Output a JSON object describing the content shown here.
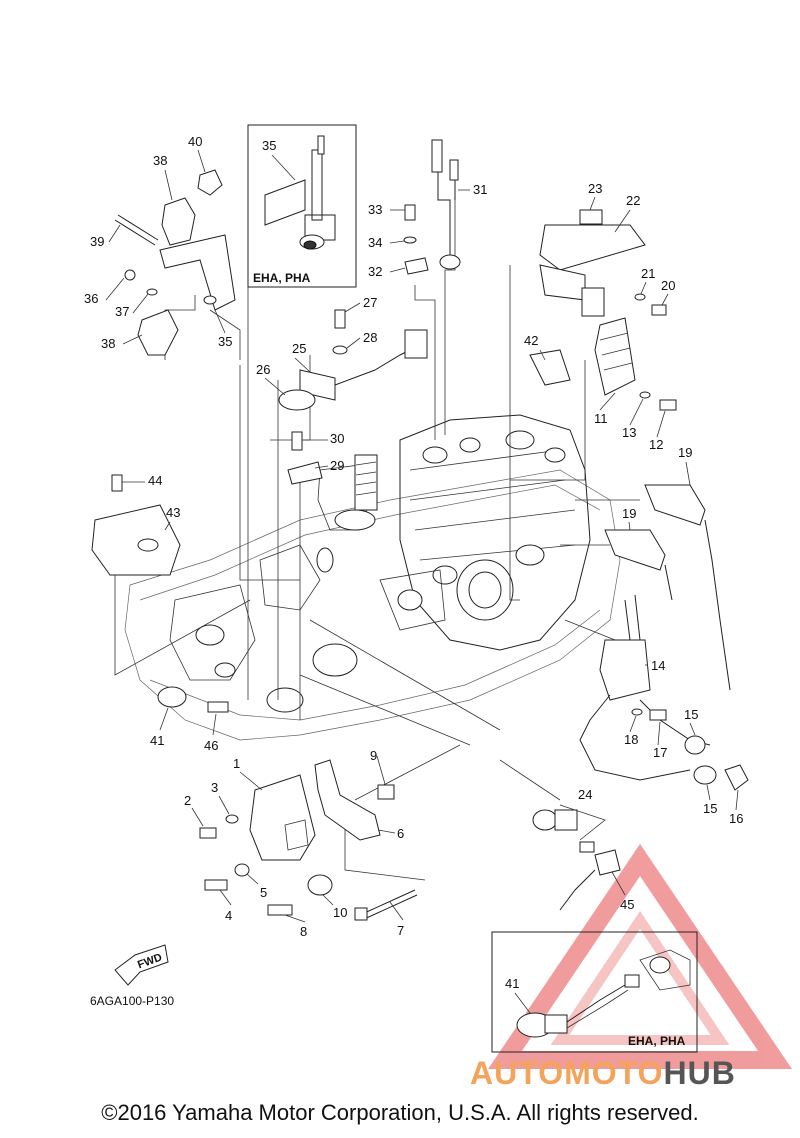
{
  "figure": {
    "diagram_code": "6AGA100-P130",
    "direction_label": "FWD",
    "inset_labels": [
      "EHA, PHA",
      "EHA, PHA"
    ],
    "copyright": "©2016 Yamaha Motor Corporation, U.S.A. All rights reserved."
  },
  "watermark": {
    "brand_part1": "AUTOMOTO",
    "brand_part2": "HUB",
    "colors": {
      "triangle": "#e74c4c",
      "text_orange": "#f3a35a",
      "text_gray": "#555555"
    }
  },
  "callouts": [
    "1",
    "2",
    "3",
    "4",
    "5",
    "6",
    "7",
    "8",
    "9",
    "10",
    "11",
    "12",
    "13",
    "14",
    "15",
    "15",
    "16",
    "17",
    "18",
    "19",
    "19",
    "20",
    "21",
    "22",
    "23",
    "24",
    "25",
    "26",
    "27",
    "28",
    "29",
    "30",
    "31",
    "32",
    "33",
    "34",
    "35",
    "35",
    "36",
    "37",
    "38",
    "38",
    "39",
    "40",
    "41",
    "41",
    "42",
    "43",
    "44",
    "45",
    "46"
  ]
}
